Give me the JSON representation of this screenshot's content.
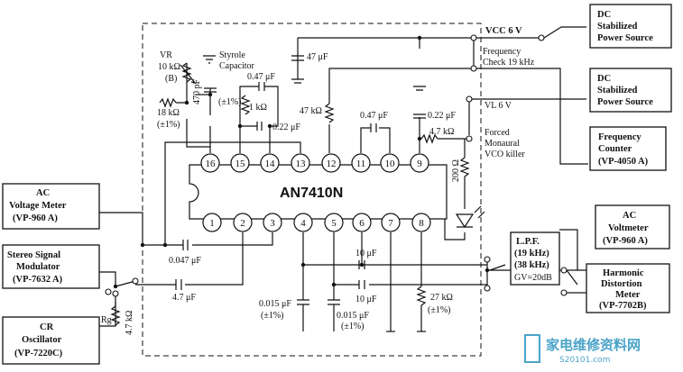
{
  "chip": {
    "name": "AN7410N"
  },
  "pins_top": [
    "16",
    "15",
    "14",
    "13",
    "12",
    "11",
    "10",
    "9"
  ],
  "pins_bottom": [
    "1",
    "2",
    "3",
    "4",
    "5",
    "6",
    "7",
    "8"
  ],
  "boxes": {
    "dc1": [
      "DC",
      "Stabilized",
      "Power Source"
    ],
    "dc2": [
      "DC",
      "Stabilized",
      "Power Source"
    ],
    "freq": [
      "Frequency",
      "Counter",
      "(VP-4050 A)"
    ],
    "acv_left": [
      "AC",
      "Voltage Meter",
      "(VP-960 A)"
    ],
    "stereo": [
      "Stereo Signal",
      "Modulator",
      "(VP-7632 A)"
    ],
    "cr": [
      "CR",
      "Oscillator",
      "(VP-7220C)"
    ],
    "lpf": [
      "L.P.F.",
      "(19 kHz)",
      "(38 kHz)",
      "GV=20dB"
    ],
    "acv_right": [
      "AC",
      "Voltmeter",
      "(VP-960 A)"
    ],
    "harm": [
      "Harmonic",
      "Distortion",
      "Meter",
      "(VP-7702B)"
    ]
  },
  "labels": {
    "vcc": "VCC  6 V",
    "freq_check": [
      "Frequency",
      "Check 19 kHz"
    ],
    "vl": "VL 6 V",
    "forced": [
      "Forced",
      "Monaural",
      "VCO killer"
    ],
    "vr": [
      "VR",
      "10 kΩ",
      "(B)"
    ],
    "styrole": [
      "Styrole",
      "Capacitor"
    ],
    "c470p": "470 pF",
    "pct1": "(±1%)",
    "r18k": [
      "18 kΩ",
      "(±1%)"
    ],
    "r1k": "1 kΩ",
    "c047a": "0.47 μF",
    "c022a": "0.22 μF",
    "c47u": "47 μF",
    "r47k": "47 kΩ",
    "c047b": "0.47 μF",
    "c022b": "0.22 μF",
    "r47kb": "4.7 kΩ",
    "r200": "200 Ω",
    "c047c": "0.047 μF",
    "c47ua": "4.7 μF",
    "c015a": [
      "0.015 μF",
      "(±1%)"
    ],
    "c015b": [
      "0.015 μF",
      "(±1%)"
    ],
    "c10a": "10 μF",
    "c10b": "10 μF",
    "r27k": [
      "27 kΩ",
      "(±1%)"
    ],
    "rg": "Rg",
    "r47kc": "4.7 kΩ"
  },
  "watermark": {
    "text": "家电维修资料网",
    "url": "S20101.com"
  }
}
